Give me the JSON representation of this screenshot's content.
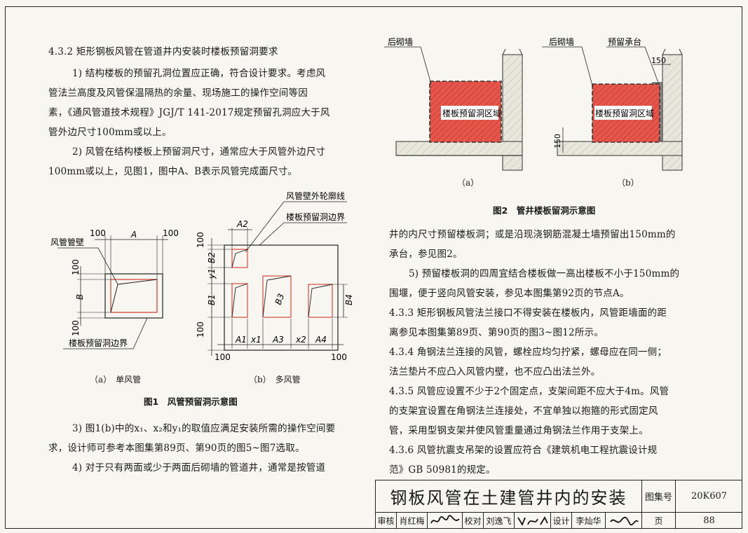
{
  "left": {
    "heading": "4.3.2 矩形钢板风管在管道井内安装时楼板预留洞要求",
    "p1": [
      "1) 结构楼板的预留孔洞位置应正确，符合设计要求。考虑风",
      "管法兰高度及风管保温隔热的余量、现场施工的操作空间等因",
      "素，《通风管道技术规程》JGJ/T 141-2017规定预留孔洞应大于风",
      "管外边尺寸100mm或以上。"
    ],
    "p2": [
      "2) 风管在结构楼板上预留洞尺寸，通常应大于风管外边尺寸",
      "100mm或以上，见图1，图中A、B表示风管完成面尺寸。"
    ],
    "p3": [
      "3) 图1(b)中的x₁、x₂和y₁的取值应满足安装所需的操作空间要",
      "求，设计师可参考本图集第89页、第90页的图5~图7选取。"
    ],
    "p4": [
      "4) 对于只有两面或少于两面后砌墙的管道井，通常是按管道"
    ]
  },
  "fig1": {
    "title": "图1　风管预留洞示意图",
    "cap_a": "（a）　单风管",
    "cap_b": "（b）　多风管",
    "labels": {
      "duct_wall": "风管管壁",
      "hole_boundary": "楼板预留洞边界",
      "outer_contour": "风管壁外轮廓线",
      "hole_boundary_b": "楼板预留洞边界",
      "d100": "100",
      "A": "A",
      "B": "B",
      "A1": "A1",
      "A2": "A2",
      "A3": "A3",
      "A4": "A4",
      "B1": "B1",
      "B2": "B2",
      "B3": "B3",
      "B4": "B4",
      "x1": "x1",
      "x2": "x2",
      "y1": "y1"
    }
  },
  "fig2": {
    "title": "图2　管井楼板留洞示意图",
    "cap_a": "（a）",
    "cap_b": "（b）",
    "rear_wall": "后砌墙",
    "platform": "预留承台",
    "region": "楼板预留洞区域",
    "d150": "150"
  },
  "right": {
    "lines": [
      "井的内尺寸预留楼板洞；或是沿现浇钢筋混凝土墙预留出150mm的",
      "承台，参见图2。",
      "5) 预留楼板洞的四周宜结合楼板做一高出楼板不小于150mm的",
      "围堰，便于竖向风管安装，参见本图集第92页的节点A。",
      "4.3.3 矩形钢板风管法兰接口不得安装在楼板内，风管距墙面的距",
      "离参见本图集第89页、第90页的图3~图12所示。",
      "4.3.4 角钢法兰连接的风管，螺栓应均匀拧紧，螺母应在同一侧；",
      "法兰垫片不应凸入风管内壁，也不应凸出法兰外。",
      "4.3.5 风管应设置不少于2个固定点，支架间距不应大于4m。风管",
      "的支架宜设置在角钢法兰连接处，不宜单独以抱箍的形式固定风",
      "管，采用型钢支架并使风管重量通过角钢法兰作用于支架上。",
      "4.3.6 风管抗震支吊架的设置应符合《建筑机电工程抗震设计规",
      "范》GB 50981的规定。"
    ]
  },
  "titleblock": {
    "title": "钢板风管在土建管井内的安装",
    "atlas_label": "图集号",
    "atlas_no": "20K607",
    "page_label": "页",
    "page_no": "88",
    "review_label": "审核",
    "reviewer": "肖红梅",
    "check_label": "校对",
    "checker": "刘逸飞",
    "design_label": "设计",
    "designer": "李灿华"
  },
  "colors": {
    "hole_fill": "#e8554a",
    "hatch": "#b04030",
    "red_line": "#d23a2a",
    "concrete": "#e9e6dc"
  }
}
